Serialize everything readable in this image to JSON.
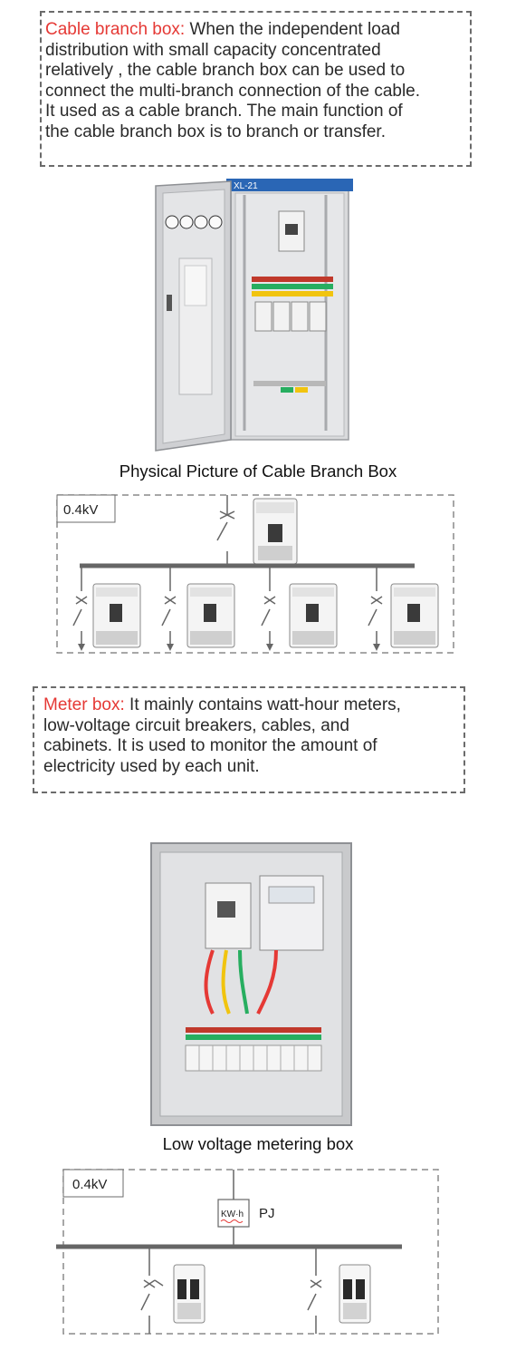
{
  "cable_box_note": {
    "title": "Cable branch box:",
    "lines": [
      " When the independent load",
      "distribution with small capacity concentrated",
      "relatively , the cable branch box can be used to",
      "connect the multi-branch connection of the cable.",
      "It used as a cable branch. The main function of",
      "the cable branch box is to branch or transfer."
    ]
  },
  "cabinet_photo": {
    "label": "XL-21"
  },
  "cabinet_caption": "Physical Picture of Cable Branch Box",
  "diagram1": {
    "voltage": "0.4kV"
  },
  "meter_box_note": {
    "title": "Meter box:",
    "lines": [
      " It mainly contains watt-hour meters,",
      "low-voltage circuit breakers, cables, and",
      "cabinets. It is used to monitor the amount of",
      "electricity used by each unit."
    ]
  },
  "meter_caption": "Low voltage metering box",
  "diagram2": {
    "voltage": "0.4kV",
    "meter_label": "KW·h",
    "meter_tag": "PJ"
  },
  "colors": {
    "highlight": "#e53935",
    "dash": "#6b6b6b",
    "diagram_line": "#666666",
    "cabinet_blue": "#2a66b5"
  }
}
